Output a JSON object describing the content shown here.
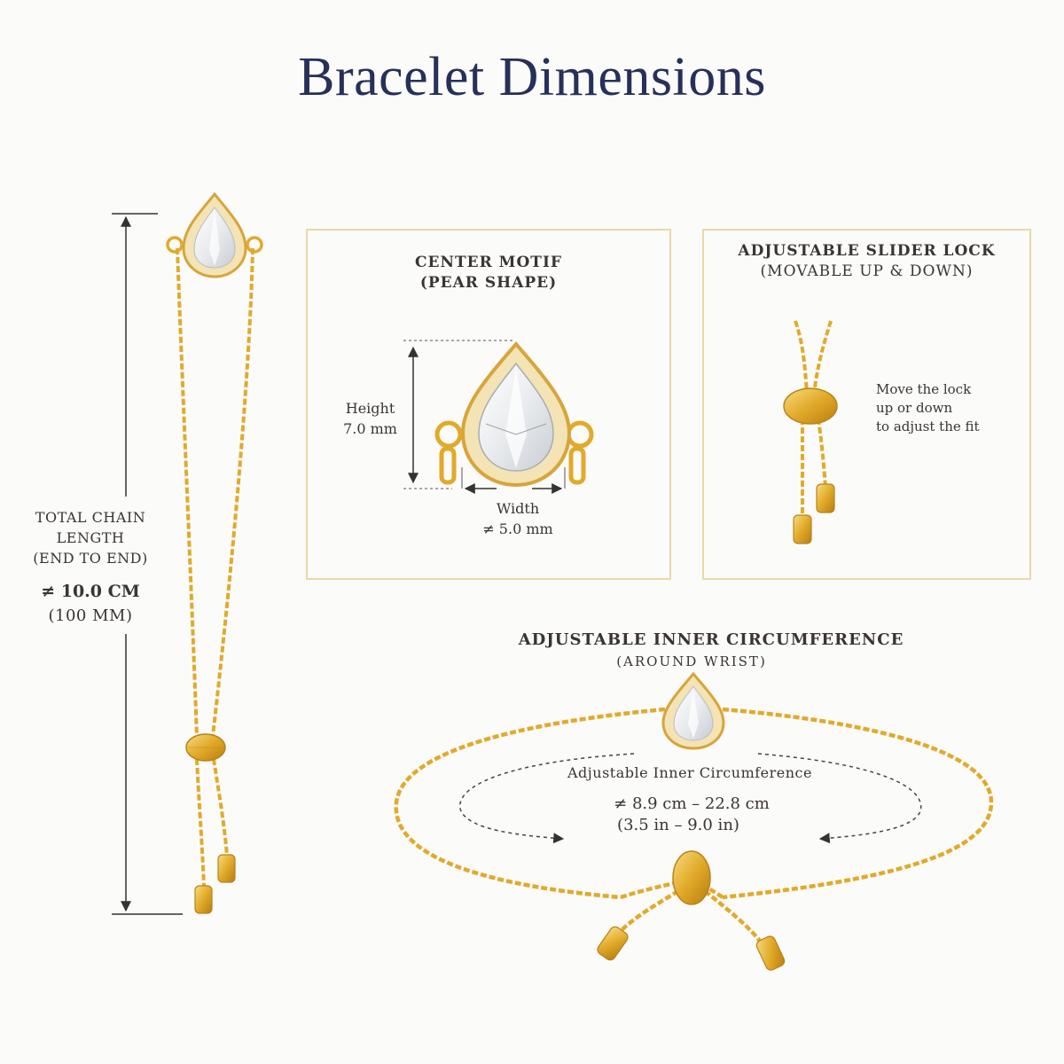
{
  "title": "Bracelet Dimensions",
  "total_chain": {
    "line1": "TOTAL CHAIN",
    "line2": "LENGTH",
    "line3": "(END TO END)",
    "value": "≠ 10.0 CM",
    "value_mm": "(100 MM)"
  },
  "center_motif": {
    "heading1": "CENTER MOTIF",
    "heading2": "(PEAR SHAPE)",
    "height_label": "Height",
    "height_value": "7.0 mm",
    "width_label": "Width",
    "width_value": "≠ 5.0 mm"
  },
  "slider_lock": {
    "heading": "ADJUSTABLE SLIDER LOCK",
    "subheading": "(MOVABLE UP & DOWN)",
    "note_line1": "Move the lock",
    "note_line2": "up or down",
    "note_line3": "to adjust the fit"
  },
  "inner_circumference": {
    "heading": "ADJUSTABLE INNER CIRCUMFERENCE",
    "subheading": "(AROUND WRIST)",
    "label": "Adjustable Inner Circumference",
    "value_cm": "≠ 8.9 cm – 22.8 cm",
    "value_in": "(3.5 in – 9.0 in)"
  },
  "colors": {
    "title": "#27305a",
    "gold": "#e1aa2a",
    "box_border": "#ead8a8",
    "dimension_line": "#333333"
  },
  "icons": [
    "pear-gem-icon",
    "slider-bead-icon",
    "chain-end-cap-icon",
    "arrow-icon"
  ]
}
